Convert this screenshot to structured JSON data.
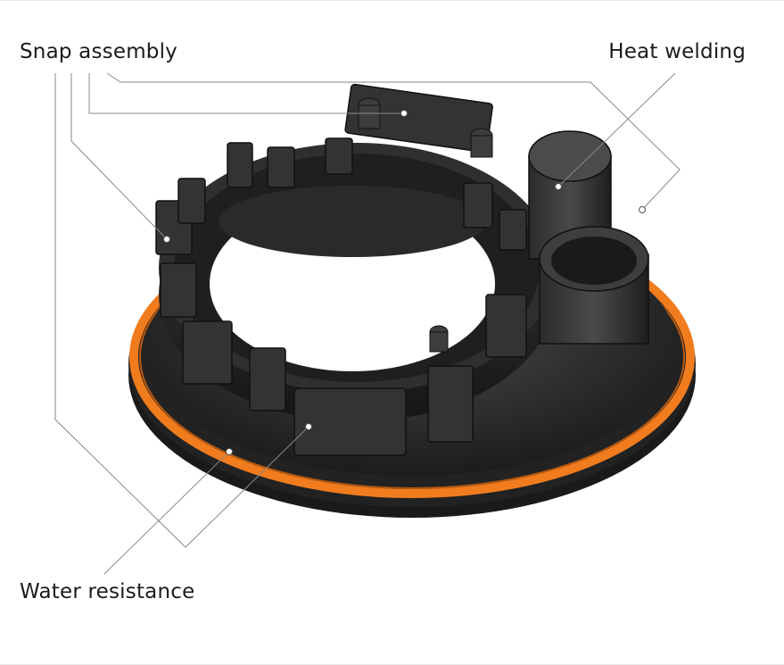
{
  "callouts": {
    "snap_assembly": "Snap assembly",
    "heat_welding": "Heat welding",
    "water_resistance": "Water resistance"
  },
  "colors": {
    "background": "#ffffff",
    "part_body": "#2a2a2a",
    "part_highlight": "#4a4a4a",
    "seal_ring": "#f07c1e",
    "leader_line": "#8a8a8a"
  },
  "illustration": "black plastic ring housing with orange gasket seal"
}
